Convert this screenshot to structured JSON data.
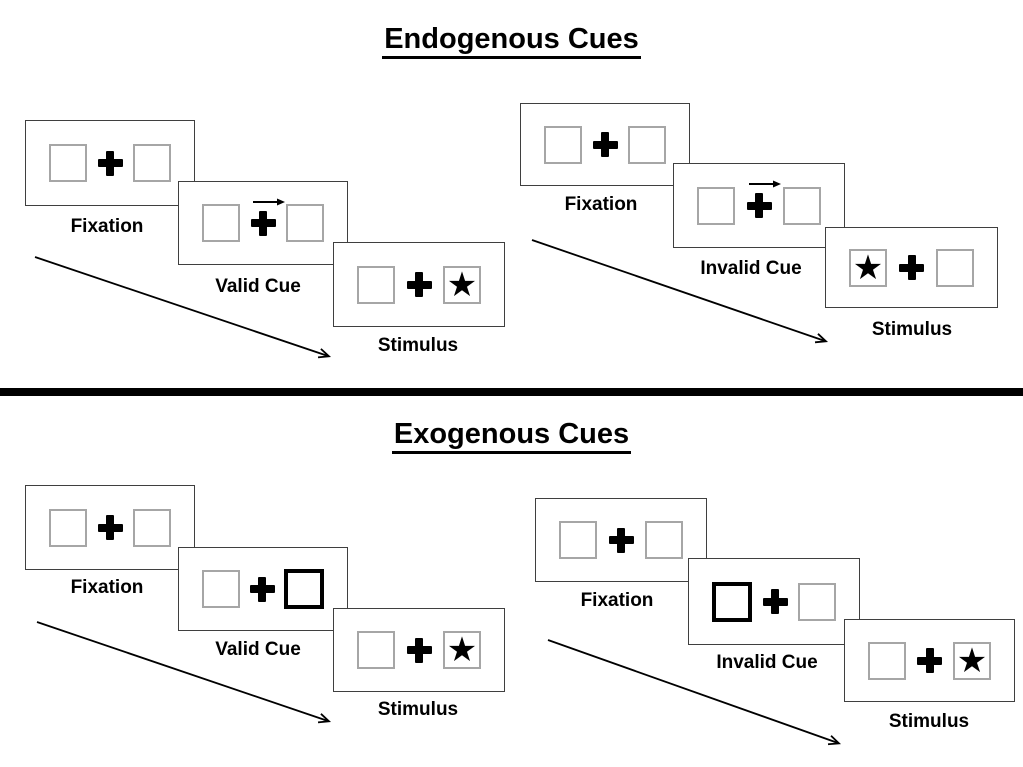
{
  "figure": {
    "icons": {
      "star": "★"
    },
    "colors": {
      "ink": "#000000",
      "card_border": "#3f3f3f",
      "box_border": "#a6a6a6",
      "highlight_border": "#000000"
    },
    "sections": [
      {
        "title": "Endogenous Cues",
        "sequences": [
          {
            "name": "endogenous-valid",
            "cue_type": "central-arrow-right",
            "target_side": "right",
            "steps": {
              "fixation": {
                "label": "Fixation"
              },
              "cue": {
                "label": "Valid Cue"
              },
              "stimulus": {
                "label": "Stimulus"
              }
            }
          },
          {
            "name": "endogenous-invalid",
            "cue_type": "central-arrow-right",
            "target_side": "left",
            "steps": {
              "fixation": {
                "label": "Fixation"
              },
              "cue": {
                "label": "Invalid Cue"
              },
              "stimulus": {
                "label": "Stimulus"
              }
            }
          }
        ]
      },
      {
        "title": "Exogenous Cues",
        "sequences": [
          {
            "name": "exogenous-valid",
            "cue_type": "peripheral-box-right",
            "target_side": "right",
            "steps": {
              "fixation": {
                "label": "Fixation"
              },
              "cue": {
                "label": "Valid Cue"
              },
              "stimulus": {
                "label": "Stimulus"
              }
            }
          },
          {
            "name": "exogenous-invalid",
            "cue_type": "peripheral-box-left",
            "target_side": "right",
            "steps": {
              "fixation": {
                "label": "Fixation"
              },
              "cue": {
                "label": "Invalid Cue"
              },
              "stimulus": {
                "label": "Stimulus"
              }
            }
          }
        ]
      }
    ]
  }
}
